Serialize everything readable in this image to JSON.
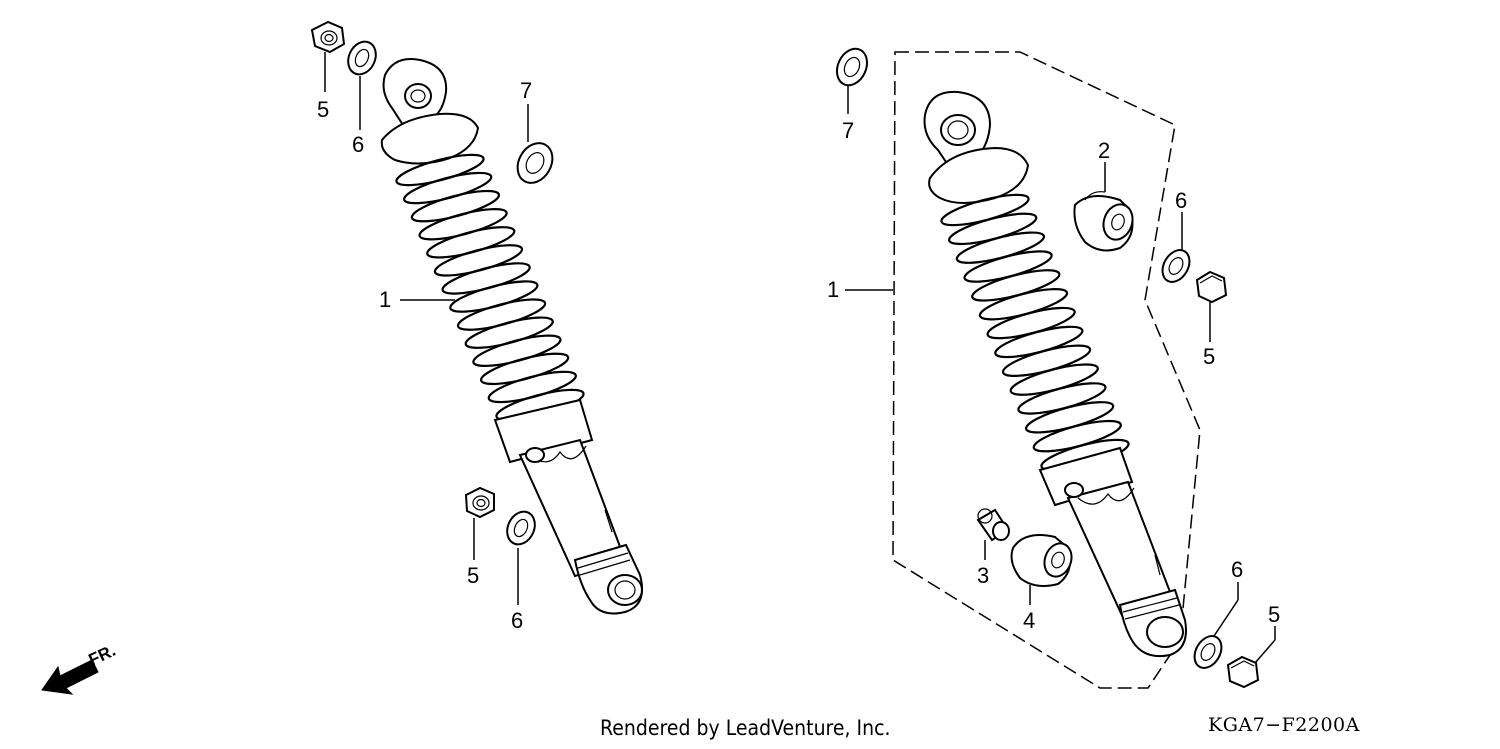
{
  "diagram": {
    "left_assembly": {
      "callouts": {
        "shock": "1",
        "nut_top": "5",
        "washer_top": "6",
        "washer_7": "7",
        "nut_bottom": "5",
        "washer_bottom": "6"
      }
    },
    "right_assembly": {
      "callouts": {
        "shock": "1",
        "bushing_upper": "2",
        "collar": "3",
        "bushing_lower": "4",
        "washer_7": "7",
        "washer_top": "6",
        "nut_top": "5",
        "washer_bottom": "6",
        "nut_bottom": "5"
      }
    },
    "direction_label": "FR."
  },
  "footer": {
    "rendered_by": "Rendered by LeadVenture, Inc.",
    "diagram_code": "KGA7−F2200A"
  }
}
